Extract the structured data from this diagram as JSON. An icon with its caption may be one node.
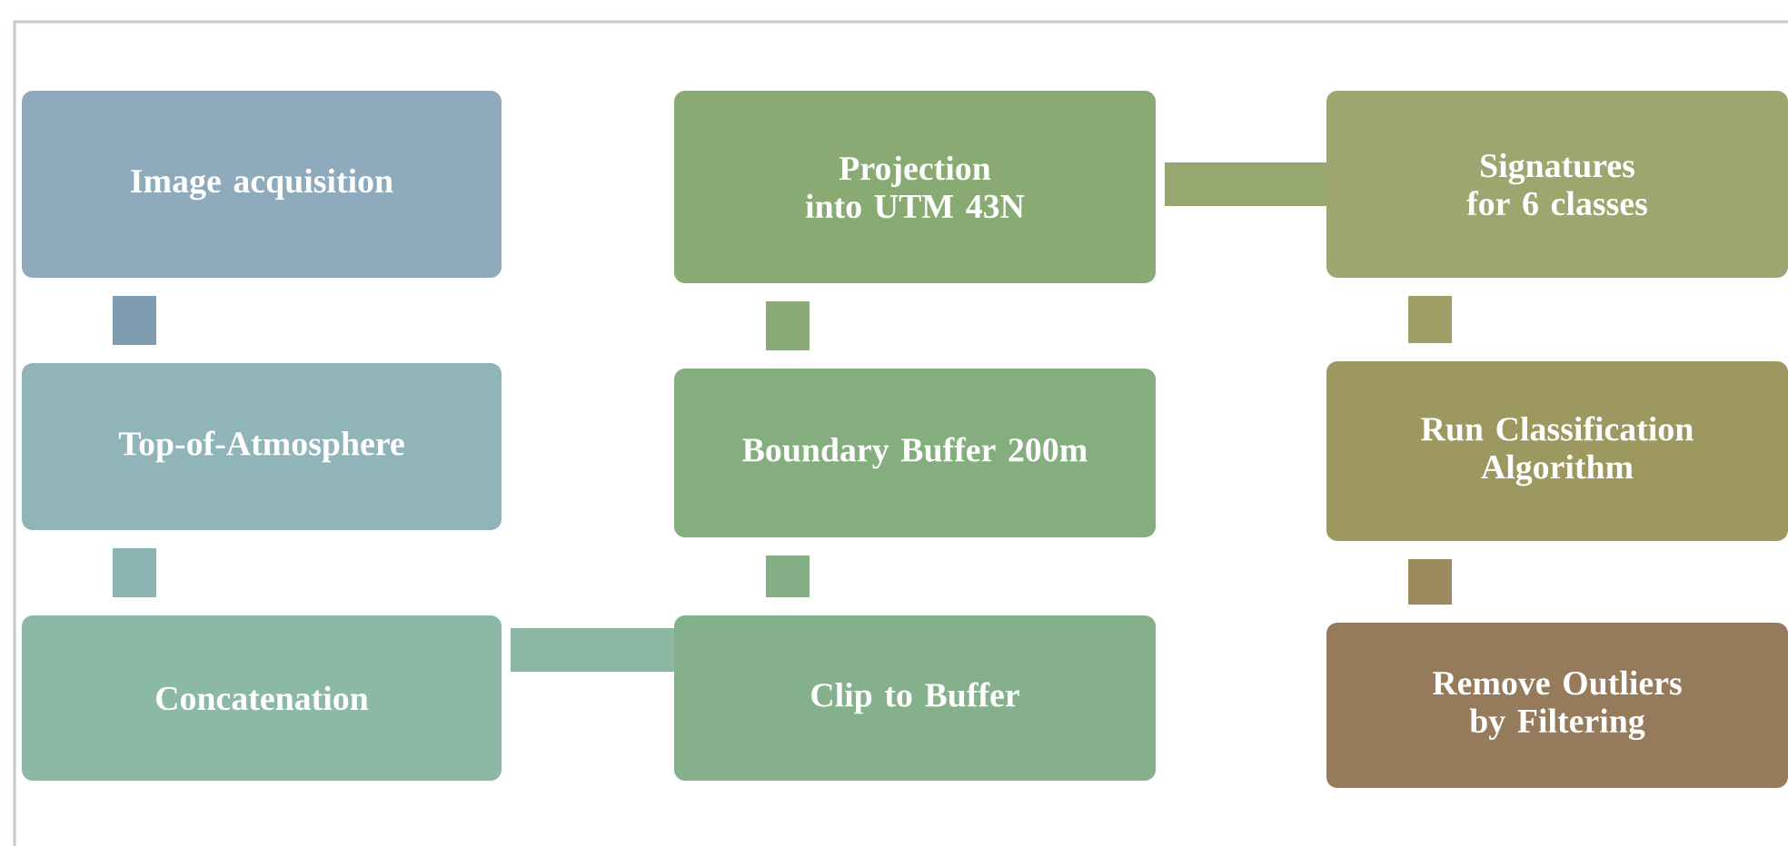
{
  "diagram": {
    "nodes": [
      {
        "text": [
          "Image acquisition"
        ]
      },
      {
        "text": [
          "Top-of-Atmosphere"
        ]
      },
      {
        "text": [
          "Concatenation"
        ]
      },
      {
        "text": [
          "Projection into UTM 43N"
        ]
      },
      {
        "text": [
          "Boundary Buffer 200m"
        ]
      },
      {
        "text": [
          "Clip to Buffer"
        ]
      },
      {
        "text": [
          "Signatures for 6 classes"
        ]
      },
      {
        "text": [
          "Run Classification Algorithm"
        ]
      },
      {
        "text": [
          "Remove Outliers by Filtering"
        ]
      }
    ],
    "edges": [
      {
        "from": 0,
        "to": 1,
        "arrow": "none",
        "color": "#7f9cb0"
      },
      {
        "from": 1,
        "to": 2,
        "arrow": "none",
        "color": "#8ab5b3"
      },
      {
        "from": 2,
        "to": 5,
        "arrow": "none",
        "color": "#8cb8a6"
      },
      {
        "from": 5,
        "to": 4,
        "arrow": "none",
        "color": "#84ae84"
      },
      {
        "from": 4,
        "to": 3,
        "arrow": "none",
        "color": "#8aab77"
      },
      {
        "from": 3,
        "to": 6,
        "arrow": "none",
        "color": "#96a870"
      },
      {
        "from": 6,
        "to": 7,
        "arrow": "none",
        "color": "#a09e66"
      },
      {
        "from": 7,
        "to": 8,
        "arrow": "none",
        "color": "#9a8a5e"
      }
    ]
  }
}
